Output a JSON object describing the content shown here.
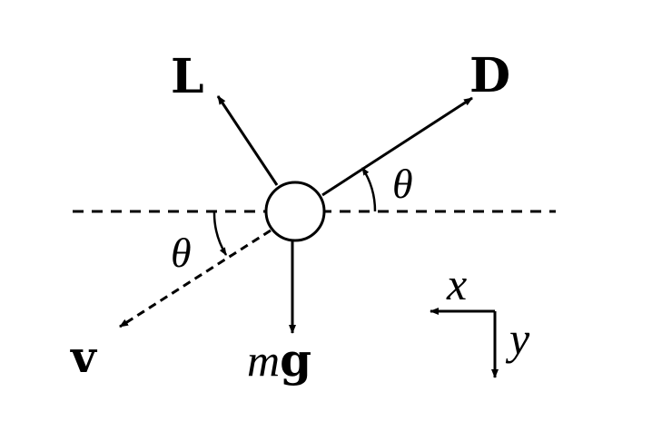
{
  "forces": {
    "lift": "L",
    "drag": "D",
    "velocity": "v",
    "weight_mass": "m",
    "weight_gravity": "g"
  },
  "angles": {
    "drag_angle": "θ",
    "velocity_angle": "θ"
  },
  "axes": {
    "x": "x",
    "y": "y"
  },
  "colors": {
    "ink": "#000000",
    "background": "#ffffff"
  }
}
